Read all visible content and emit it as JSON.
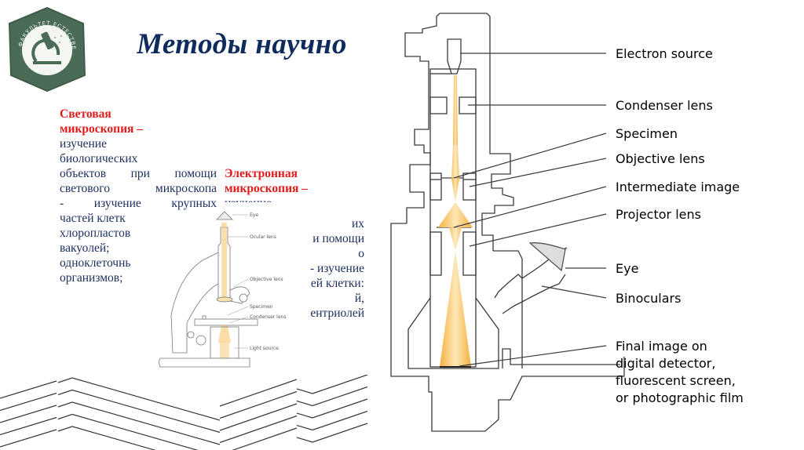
{
  "slide": {
    "title": "Методы научно",
    "logo": {
      "text": "ФАКУЛЬТЕТ ЕСТЕСТВЕННЫХ НАУК",
      "color": "#4a6b55"
    },
    "light_microscopy": {
      "heading": "Световая микроскопия –",
      "lines": [
        "изучение",
        "биологических",
        "объектов при помощи",
        "светового микроскопа",
        "- изучение крупных",
        "частей клетк",
        "хлоропластов",
        "вакуолей;",
        "одноклеточнь",
        "организмов;"
      ]
    },
    "electron_microscopy": {
      "heading_line1": "Электронная",
      "heading_line2": "микроскопия –",
      "partial_lines": [
        "изучение",
        "их",
        "и помощи",
        "о",
        "- изучение",
        "ей клетки:",
        "й,",
        "ентриолей"
      ]
    },
    "light_microscope_diagram": {
      "labels": [
        "Eye",
        "Ocular lens",
        "Objective lens",
        "Specimen",
        "Condenser lens",
        "Light source"
      ]
    },
    "tem_diagram": {
      "labels": [
        "Electron source",
        "Condenser lens",
        "Specimen",
        "Objective lens",
        "Intermediate image",
        "Projector lens",
        "Eye",
        "Binoculars",
        "Final image on",
        "digital detector,",
        "fluorescent screen,",
        "or photographic film"
      ]
    },
    "colors": {
      "title": "#0f2a5c",
      "heading_red": "#e01b1b",
      "body_text": "#1c2e5e",
      "beam": "#f5b945",
      "outline": "#3a3a3a"
    }
  }
}
